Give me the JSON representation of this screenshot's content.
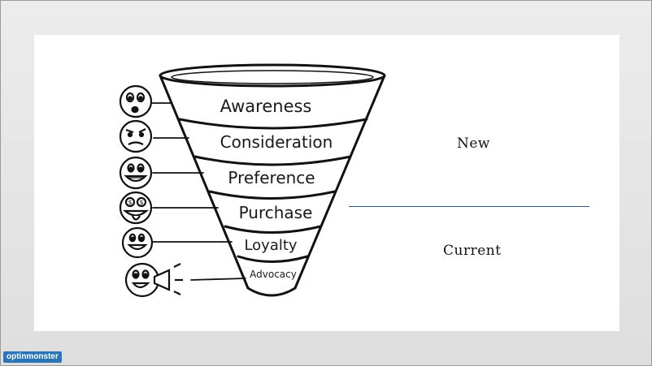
{
  "funnel": {
    "stages": [
      {
        "label": "Awareness",
        "face": "worried-face-icon"
      },
      {
        "label": "Consideration",
        "face": "skeptical-face-icon"
      },
      {
        "label": "Preference",
        "face": "grinning-face-icon"
      },
      {
        "label": "Purchase",
        "face": "money-eyes-face-icon"
      },
      {
        "label": "Loyalty",
        "face": "happy-face-icon"
      },
      {
        "label": "Advocacy",
        "face": "megaphone-face-icon"
      }
    ]
  },
  "labels": {
    "new": "New",
    "current": "Current"
  },
  "brand": {
    "text": "optinmonster"
  },
  "colors": {
    "divider": "#2f5b8e",
    "brand": "#2a74b8"
  }
}
